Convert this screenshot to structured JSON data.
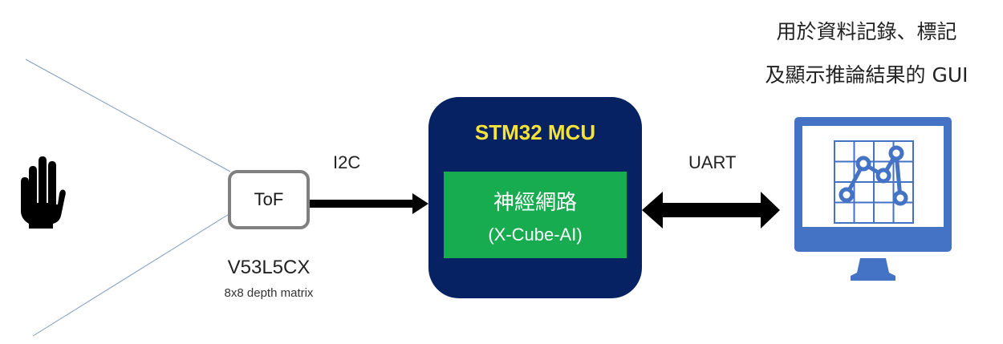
{
  "gui": {
    "title_line1": "用於資料記錄、標記",
    "title_line2": "及顯示推論結果的 GUI",
    "icon": "monitor-chart-icon"
  },
  "sensor": {
    "box_label": "ToF",
    "name": "V53L5CX",
    "subtitle": "8x8 depth matrix",
    "field_of_view_icon": "sensor-beam-lines"
  },
  "gesture": {
    "icon": "hand-icon"
  },
  "links": {
    "i2c": "I2C",
    "uart": "UART"
  },
  "mcu": {
    "title": "STM32 MCU",
    "nn_title": "神經網路",
    "nn_subtitle": "(X-Cube-AI)"
  },
  "colors": {
    "mcu_bg": "#062262",
    "mcu_title": "#f5e23a",
    "nn_bg": "#18ac50",
    "monitor": "#4472c4",
    "beam": "#7f9cc0",
    "tof_border": "#808080"
  }
}
